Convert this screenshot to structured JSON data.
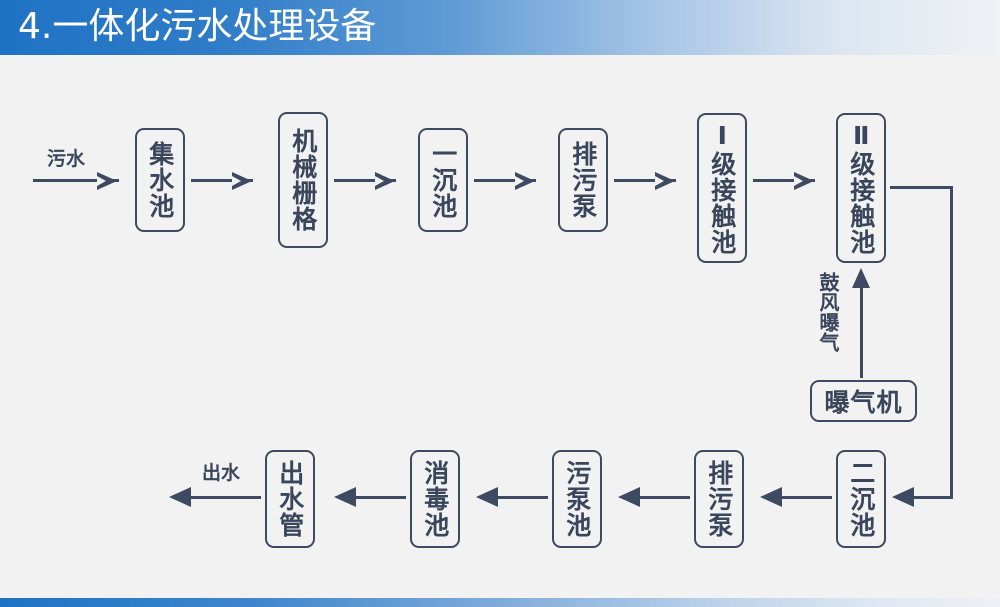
{
  "header": {
    "title": "4.一体化污水处理设备",
    "bg_start": "#1f72c4",
    "bg_end": "#f0f2f4"
  },
  "theme": {
    "page_background": "#f2f2f2",
    "stroke": "#3e4a61",
    "text": "#3a465c"
  },
  "diagram": {
    "inlet_label": "污水",
    "outlet_label": "出水",
    "aeration_label": "鼓风曝气",
    "top_row": [
      {
        "id": "collection-tank",
        "label": "集水池"
      },
      {
        "id": "mechanical-grate",
        "label": "机械栅格"
      },
      {
        "id": "primary-sedimentation-tank",
        "label": "一沉池"
      },
      {
        "id": "sewage-pump-top",
        "label": "排污泵"
      },
      {
        "id": "contact-tank-1",
        "label": "Ⅰ级接触池"
      },
      {
        "id": "contact-tank-2",
        "label": "Ⅱ级接触池"
      }
    ],
    "aerator": {
      "id": "aerator",
      "label": "曝气机"
    },
    "bottom_row": [
      {
        "id": "effluent-pipe",
        "label": "出水管"
      },
      {
        "id": "disinfection-tank",
        "label": "消毒池"
      },
      {
        "id": "sewage-pump-tank",
        "label": "污泵池"
      },
      {
        "id": "sewage-pump-bottom",
        "label": "排污泵"
      },
      {
        "id": "secondary-sedimentation-tank",
        "label": "二沉池"
      }
    ]
  }
}
